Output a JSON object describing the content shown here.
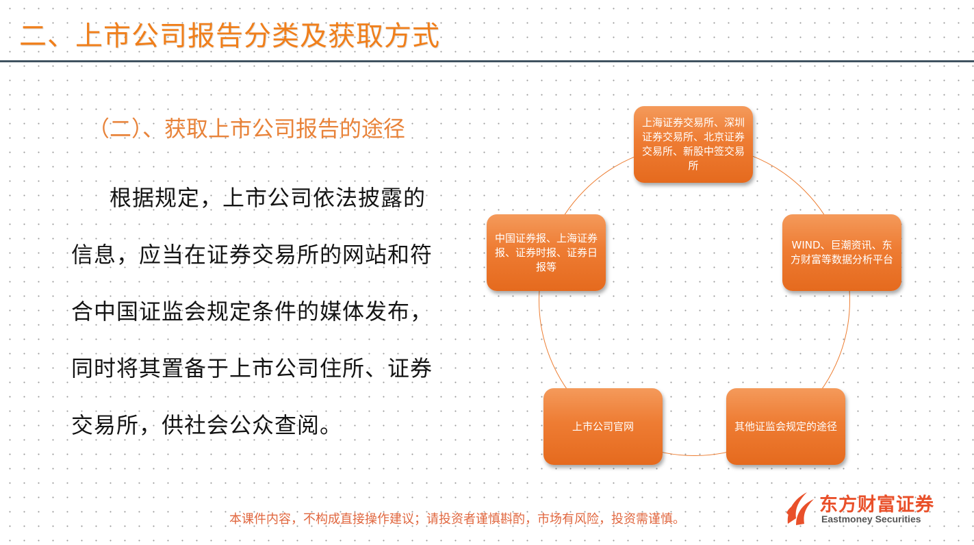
{
  "slide": {
    "title": "二、上市公司报告分类及获取方式",
    "subtitle": "（二）、获取上市公司报告的途径",
    "body": "根据规定，上市公司依法披露的信息，应当在证券交易所的网站和符合中国证监会规定条件的媒体发布，同时将其置备于上市公司住所、证券交易所，供社会公众查阅。"
  },
  "cycle": {
    "nodes": [
      {
        "label": "上海证券交易所、深圳证券交易所、北京证券交易所、新股中签交易所"
      },
      {
        "label": "WIND、巨潮资讯、东方财富等数据分析平台"
      },
      {
        "label": "其他证监会规定的途径"
      },
      {
        "label": "上市公司官网"
      },
      {
        "label": "中国证券报、上海证券报、证券时报、证券日报等"
      }
    ]
  },
  "footer": {
    "disclaimer": "本课件内容，不构成直接操作建议；请投资者谨慎斟酌，市场有风险，投资需谨慎。"
  },
  "logo": {
    "name_cn": "东方财富证券",
    "name_en": "Eastmoney Securities"
  },
  "colors": {
    "accent": "#F07F1B",
    "node_fill": "#EE7C33",
    "rule": "#3F5260",
    "disclaimer": "#E0663E"
  }
}
